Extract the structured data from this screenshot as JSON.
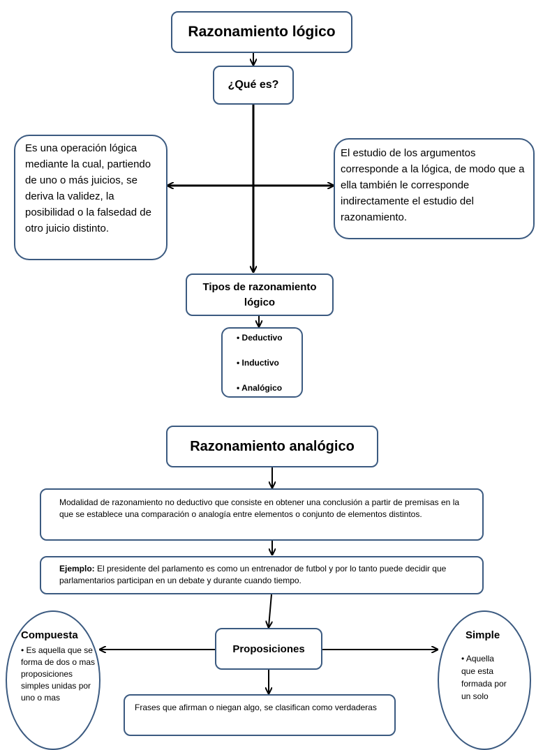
{
  "part1": {
    "title": "Razonamiento lógico",
    "que_es": "¿Qué es?",
    "left_definition": "Es una operación lógica mediante la cual, partiendo de uno o más juicios, se deriva la validez, la posibilidad o la falsedad de otro juicio distinto.",
    "right_definition": "El estudio de los argumentos corresponde a la lógica, de modo que a ella también le corresponde indirectamente el estudio del razonamiento.",
    "types_title": "Tipos de razonamiento lógico",
    "types": [
      "• Deductivo",
      "• Inductivo",
      "• Analógico"
    ]
  },
  "part2": {
    "title": "Razonamiento analógico",
    "definition": "Modalidad de razonamiento no deductivo que consiste en obtener una conclusión a partir de premisas en la que se establece una comparación o analogía entre elementos o conjunto de elementos distintos.",
    "example_label": "Ejemplo:",
    "example_text": " El presidente del parlamento es como un entrenador de futbol y por lo tanto puede decidir que parlamentarios participan en un debate y durante cuando tiempo.",
    "propositions": "Proposiciones",
    "propositions_desc": "Frases que afirman o niegan algo, se clasifican como verdaderas",
    "compuesta_title": "Compuesta",
    "compuesta_text": "• Es aquella que se forma de dos o mas proposiciones simples unidas por uno o mas",
    "simple_title": "Simple",
    "simple_text": "• Aquella que esta formada por un solo"
  },
  "colors": {
    "border": "#3b5a80",
    "arrow": "#000000"
  }
}
